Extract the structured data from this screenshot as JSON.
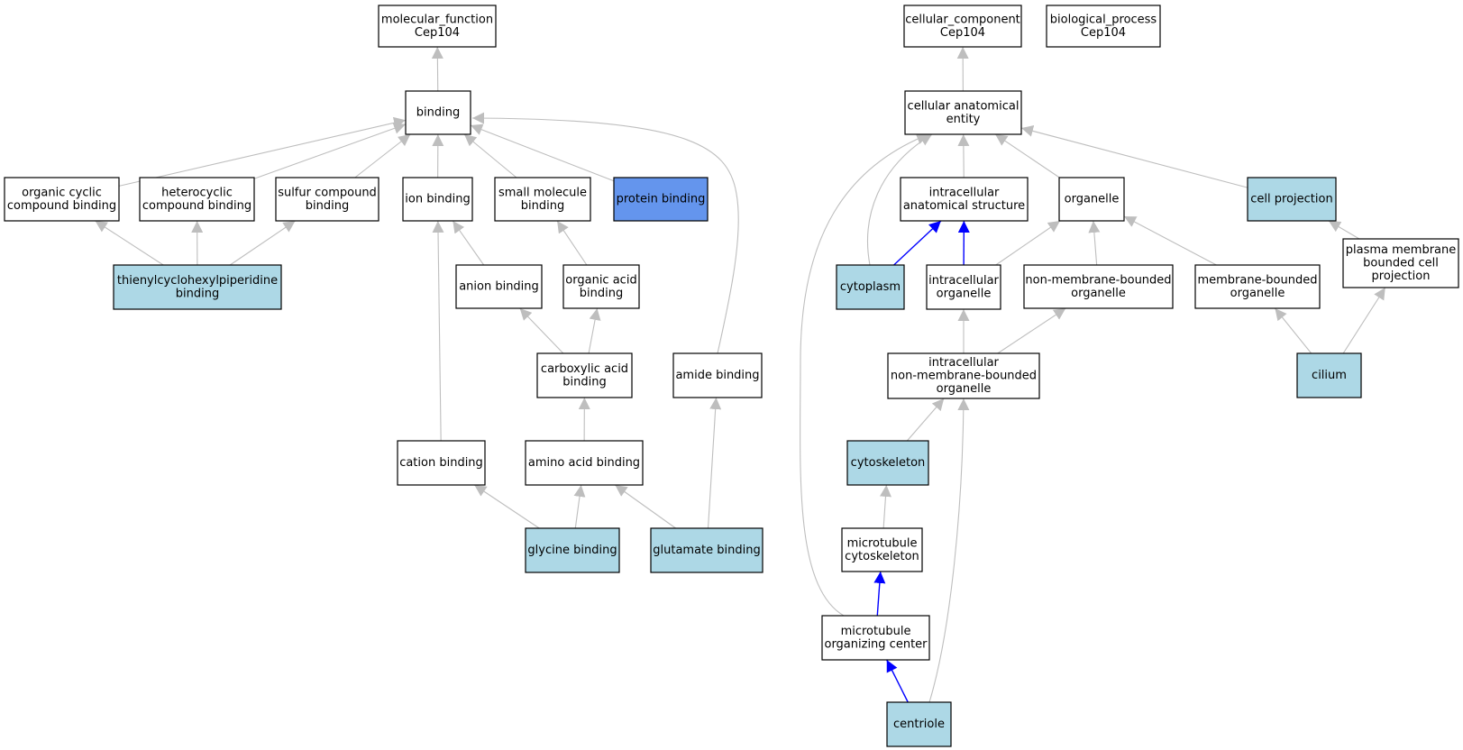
{
  "colors": {
    "default_fill": "#ffffff",
    "annotated_fill": "#add8e6",
    "highlight_fill": "#6495ed",
    "gray_edge": "#bebebe",
    "blue_edge": "#0000ff",
    "border": "#000000"
  },
  "nodes": [
    {
      "id": "molecular_function",
      "lines": [
        "molecular_function",
        "Cep104"
      ],
      "fill": "default"
    },
    {
      "id": "cellular_component",
      "lines": [
        "cellular_component",
        "Cep104"
      ],
      "fill": "default"
    },
    {
      "id": "biological_process",
      "lines": [
        "biological_process",
        "Cep104"
      ],
      "fill": "default"
    },
    {
      "id": "binding",
      "lines": [
        "binding"
      ],
      "fill": "default"
    },
    {
      "id": "cellular_anatomical_entity",
      "lines": [
        "cellular anatomical",
        "entity"
      ],
      "fill": "default"
    },
    {
      "id": "organic_cyclic_compound_binding",
      "lines": [
        "organic cyclic",
        "compound binding"
      ],
      "fill": "default"
    },
    {
      "id": "heterocyclic_compound_binding",
      "lines": [
        "heterocyclic",
        "compound binding"
      ],
      "fill": "default"
    },
    {
      "id": "sulfur_compound_binding",
      "lines": [
        "sulfur compound",
        "binding"
      ],
      "fill": "default"
    },
    {
      "id": "ion_binding",
      "lines": [
        "ion binding"
      ],
      "fill": "default"
    },
    {
      "id": "small_molecule_binding",
      "lines": [
        "small molecule",
        "binding"
      ],
      "fill": "default"
    },
    {
      "id": "protein_binding",
      "lines": [
        "protein binding"
      ],
      "fill": "highlight"
    },
    {
      "id": "intracellular_anatomical_structure",
      "lines": [
        "intracellular",
        "anatomical structure"
      ],
      "fill": "default"
    },
    {
      "id": "organelle",
      "lines": [
        "organelle"
      ],
      "fill": "default"
    },
    {
      "id": "cell_projection",
      "lines": [
        "cell projection"
      ],
      "fill": "annotated"
    },
    {
      "id": "thienylcyclohexylpiperidine_binding",
      "lines": [
        "thienylcyclohexylpiperidine",
        "binding"
      ],
      "fill": "annotated"
    },
    {
      "id": "anion_binding",
      "lines": [
        "anion binding"
      ],
      "fill": "default"
    },
    {
      "id": "organic_acid_binding",
      "lines": [
        "organic acid",
        "binding"
      ],
      "fill": "default"
    },
    {
      "id": "cytoplasm",
      "lines": [
        "cytoplasm"
      ],
      "fill": "annotated"
    },
    {
      "id": "intracellular_organelle",
      "lines": [
        "intracellular",
        "organelle"
      ],
      "fill": "default"
    },
    {
      "id": "non_membrane_bounded_organelle",
      "lines": [
        "non-membrane-bounded",
        "organelle"
      ],
      "fill": "default"
    },
    {
      "id": "membrane_bounded_organelle",
      "lines": [
        "membrane-bounded",
        "organelle"
      ],
      "fill": "default"
    },
    {
      "id": "plasma_membrane_bounded_cell_projection",
      "lines": [
        "plasma membrane",
        "bounded cell",
        "projection"
      ],
      "fill": "default"
    },
    {
      "id": "carboxylic_acid_binding",
      "lines": [
        "carboxylic acid",
        "binding"
      ],
      "fill": "default"
    },
    {
      "id": "amide_binding",
      "lines": [
        "amide binding"
      ],
      "fill": "default"
    },
    {
      "id": "intracellular_non_membrane_bounded_organelle",
      "lines": [
        "intracellular",
        "non-membrane-bounded",
        "organelle"
      ],
      "fill": "default"
    },
    {
      "id": "cilium",
      "lines": [
        "cilium"
      ],
      "fill": "annotated"
    },
    {
      "id": "cation_binding",
      "lines": [
        "cation binding"
      ],
      "fill": "default"
    },
    {
      "id": "amino_acid_binding",
      "lines": [
        "amino acid binding"
      ],
      "fill": "default"
    },
    {
      "id": "cytoskeleton",
      "lines": [
        "cytoskeleton"
      ],
      "fill": "annotated"
    },
    {
      "id": "glycine_binding",
      "lines": [
        "glycine binding"
      ],
      "fill": "annotated"
    },
    {
      "id": "glutamate_binding",
      "lines": [
        "glutamate binding"
      ],
      "fill": "annotated"
    },
    {
      "id": "microtubule_cytoskeleton",
      "lines": [
        "microtubule",
        "cytoskeleton"
      ],
      "fill": "default"
    },
    {
      "id": "microtubule_organizing_center",
      "lines": [
        "microtubule",
        "organizing center"
      ],
      "fill": "default"
    },
    {
      "id": "centriole",
      "lines": [
        "centriole"
      ],
      "fill": "annotated"
    }
  ],
  "edges": [
    {
      "from": "binding",
      "to": "molecular_function",
      "color": "gray"
    },
    {
      "from": "organic_cyclic_compound_binding",
      "to": "binding",
      "color": "gray"
    },
    {
      "from": "heterocyclic_compound_binding",
      "to": "binding",
      "color": "gray"
    },
    {
      "from": "sulfur_compound_binding",
      "to": "binding",
      "color": "gray"
    },
    {
      "from": "ion_binding",
      "to": "binding",
      "color": "gray"
    },
    {
      "from": "small_molecule_binding",
      "to": "binding",
      "color": "gray"
    },
    {
      "from": "protein_binding",
      "to": "binding",
      "color": "gray"
    },
    {
      "from": "amide_binding",
      "to": "binding",
      "color": "gray"
    },
    {
      "from": "thienylcyclohexylpiperidine_binding",
      "to": "organic_cyclic_compound_binding",
      "color": "gray"
    },
    {
      "from": "thienylcyclohexylpiperidine_binding",
      "to": "heterocyclic_compound_binding",
      "color": "gray"
    },
    {
      "from": "thienylcyclohexylpiperidine_binding",
      "to": "sulfur_compound_binding",
      "color": "gray"
    },
    {
      "from": "anion_binding",
      "to": "ion_binding",
      "color": "gray"
    },
    {
      "from": "cation_binding",
      "to": "ion_binding",
      "color": "gray"
    },
    {
      "from": "organic_acid_binding",
      "to": "small_molecule_binding",
      "color": "gray"
    },
    {
      "from": "carboxylic_acid_binding",
      "to": "anion_binding",
      "color": "gray"
    },
    {
      "from": "carboxylic_acid_binding",
      "to": "organic_acid_binding",
      "color": "gray"
    },
    {
      "from": "amino_acid_binding",
      "to": "carboxylic_acid_binding",
      "color": "gray"
    },
    {
      "from": "glycine_binding",
      "to": "cation_binding",
      "color": "gray"
    },
    {
      "from": "glycine_binding",
      "to": "amino_acid_binding",
      "color": "gray"
    },
    {
      "from": "glutamate_binding",
      "to": "amino_acid_binding",
      "color": "gray"
    },
    {
      "from": "glutamate_binding",
      "to": "amide_binding",
      "color": "gray"
    },
    {
      "from": "cellular_anatomical_entity",
      "to": "cellular_component",
      "color": "gray"
    },
    {
      "from": "intracellular_anatomical_structure",
      "to": "cellular_anatomical_entity",
      "color": "gray"
    },
    {
      "from": "organelle",
      "to": "cellular_anatomical_entity",
      "color": "gray"
    },
    {
      "from": "cell_projection",
      "to": "cellular_anatomical_entity",
      "color": "gray"
    },
    {
      "from": "cytoplasm",
      "to": "cellular_anatomical_entity",
      "color": "gray"
    },
    {
      "from": "microtubule_organizing_center",
      "to": "cellular_anatomical_entity",
      "color": "gray"
    },
    {
      "from": "cytoplasm",
      "to": "intracellular_anatomical_structure",
      "color": "blue"
    },
    {
      "from": "intracellular_organelle",
      "to": "intracellular_anatomical_structure",
      "color": "blue"
    },
    {
      "from": "intracellular_organelle",
      "to": "organelle",
      "color": "gray"
    },
    {
      "from": "non_membrane_bounded_organelle",
      "to": "organelle",
      "color": "gray"
    },
    {
      "from": "membrane_bounded_organelle",
      "to": "organelle",
      "color": "gray"
    },
    {
      "from": "plasma_membrane_bounded_cell_projection",
      "to": "cell_projection",
      "color": "gray"
    },
    {
      "from": "cilium",
      "to": "membrane_bounded_organelle",
      "color": "gray"
    },
    {
      "from": "cilium",
      "to": "plasma_membrane_bounded_cell_projection",
      "color": "gray"
    },
    {
      "from": "intracellular_non_membrane_bounded_organelle",
      "to": "intracellular_organelle",
      "color": "gray"
    },
    {
      "from": "intracellular_non_membrane_bounded_organelle",
      "to": "non_membrane_bounded_organelle",
      "color": "gray"
    },
    {
      "from": "cytoskeleton",
      "to": "intracellular_non_membrane_bounded_organelle",
      "color": "gray"
    },
    {
      "from": "centriole",
      "to": "intracellular_non_membrane_bounded_organelle",
      "color": "gray"
    },
    {
      "from": "microtubule_cytoskeleton",
      "to": "cytoskeleton",
      "color": "gray"
    },
    {
      "from": "microtubule_organizing_center",
      "to": "microtubule_cytoskeleton",
      "color": "blue"
    },
    {
      "from": "centriole",
      "to": "microtubule_organizing_center",
      "color": "blue"
    }
  ]
}
